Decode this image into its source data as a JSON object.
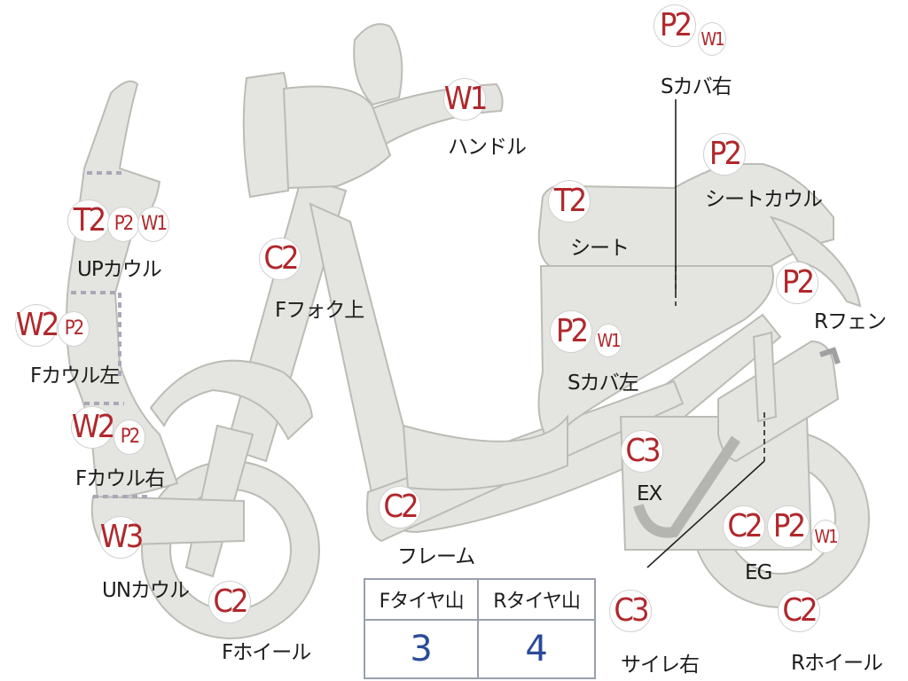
{
  "parts": [
    {
      "label": "Sカバ右",
      "grades": [
        "P2",
        "W1"
      ]
    },
    {
      "label": "ハンドル",
      "grades": [
        "W1"
      ]
    },
    {
      "label": "シートカウル",
      "grades": [
        "P2"
      ]
    },
    {
      "label": "シート",
      "grades": [
        "T2"
      ]
    },
    {
      "label": "UPカウル",
      "grades": [
        "T2",
        "P2",
        "W1"
      ]
    },
    {
      "label": "Fフォク上",
      "grades": [
        "C2"
      ]
    },
    {
      "label": "Rフェン",
      "grades": [
        "P2"
      ]
    },
    {
      "label": "Fカウル左",
      "grades": [
        "W2",
        "P2"
      ]
    },
    {
      "label": "Sカバ左",
      "grades": [
        "P2",
        "W1"
      ]
    },
    {
      "label": "Fカウル右",
      "grades": [
        "W2",
        "P2"
      ]
    },
    {
      "label": "EX",
      "grades": [
        "C3"
      ]
    },
    {
      "label": "フレーム",
      "grades": [
        "C2"
      ]
    },
    {
      "label": "UNカウル",
      "grades": [
        "W3"
      ]
    },
    {
      "label": "EG",
      "grades": [
        "C2",
        "P2",
        "W1"
      ]
    },
    {
      "label": "Fホイール",
      "grades": [
        "C2"
      ]
    },
    {
      "label": "サイレ右",
      "grades": [
        "C3"
      ]
    },
    {
      "label": "Rホイール",
      "grades": [
        "C2"
      ]
    }
  ],
  "tire_table": {
    "headers": [
      "Fタイヤ山",
      "Rタイヤ山"
    ],
    "values": [
      "3",
      "4"
    ]
  },
  "colors": {
    "grade": "#b0282c",
    "tire_value": "#2a4a9a",
    "part_fill": "#e4e4e0"
  }
}
